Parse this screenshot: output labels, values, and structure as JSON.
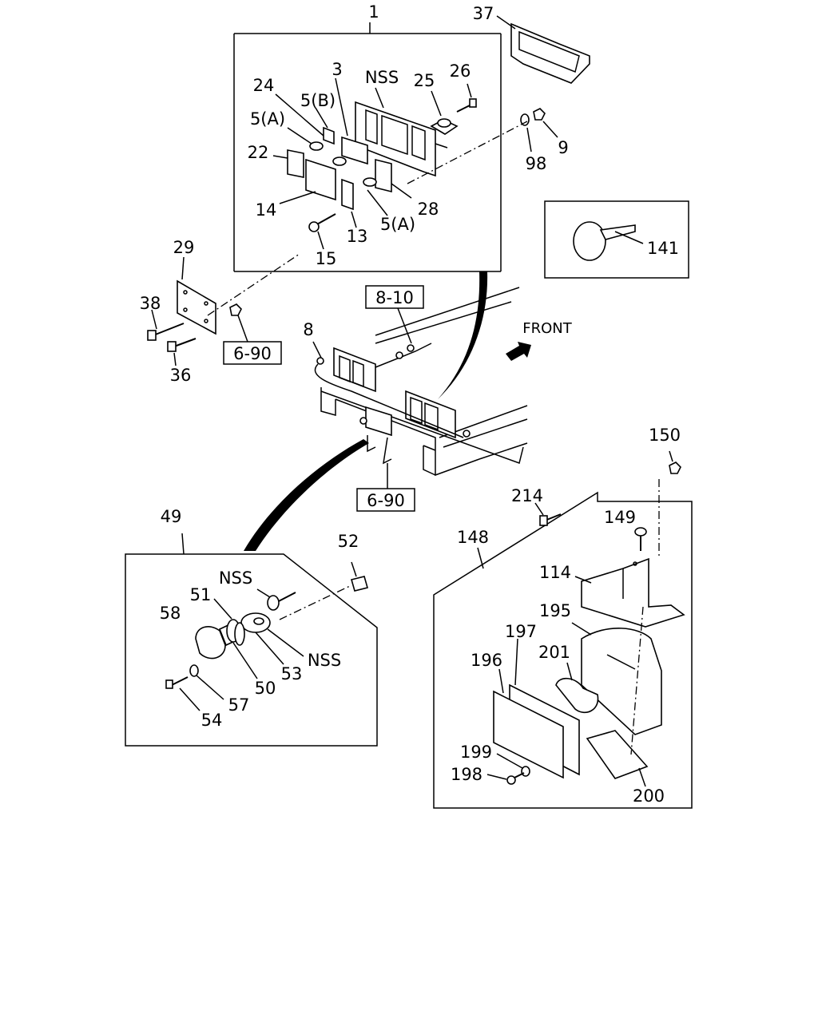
{
  "callouts": {
    "c1": "1",
    "c37": "37",
    "c3": "3",
    "cNSS_top": "NSS",
    "c24": "24",
    "c25": "25",
    "c26": "26",
    "c5B": "5(B)",
    "c5A_top": "5(A)",
    "c22": "22",
    "c98": "98",
    "c9": "9",
    "c14": "14",
    "c28": "28",
    "c13": "13",
    "c5A_bottom": "5(A)",
    "c15": "15",
    "c141": "141",
    "c29": "29",
    "c38": "38",
    "c36": "36",
    "c8": "8",
    "c150": "150",
    "c214": "214",
    "c149": "149",
    "c49": "49",
    "c52": "52",
    "c148": "148",
    "c114": "114",
    "cNSS_lamp_top": "NSS",
    "c51": "51",
    "c58": "58",
    "cNSS_lamp_right": "NSS",
    "c53": "53",
    "c50": "50",
    "c57": "57",
    "c54": "54",
    "c195": "195",
    "c197": "197",
    "c201": "201",
    "c196": "196",
    "c199": "199",
    "c198": "198",
    "c200": "200"
  },
  "refs": {
    "ref_8_10": "8-10",
    "ref_6_90_left": "6-90",
    "ref_6_90_bottom": "6-90"
  },
  "direction": {
    "front_label": "FRONT"
  }
}
